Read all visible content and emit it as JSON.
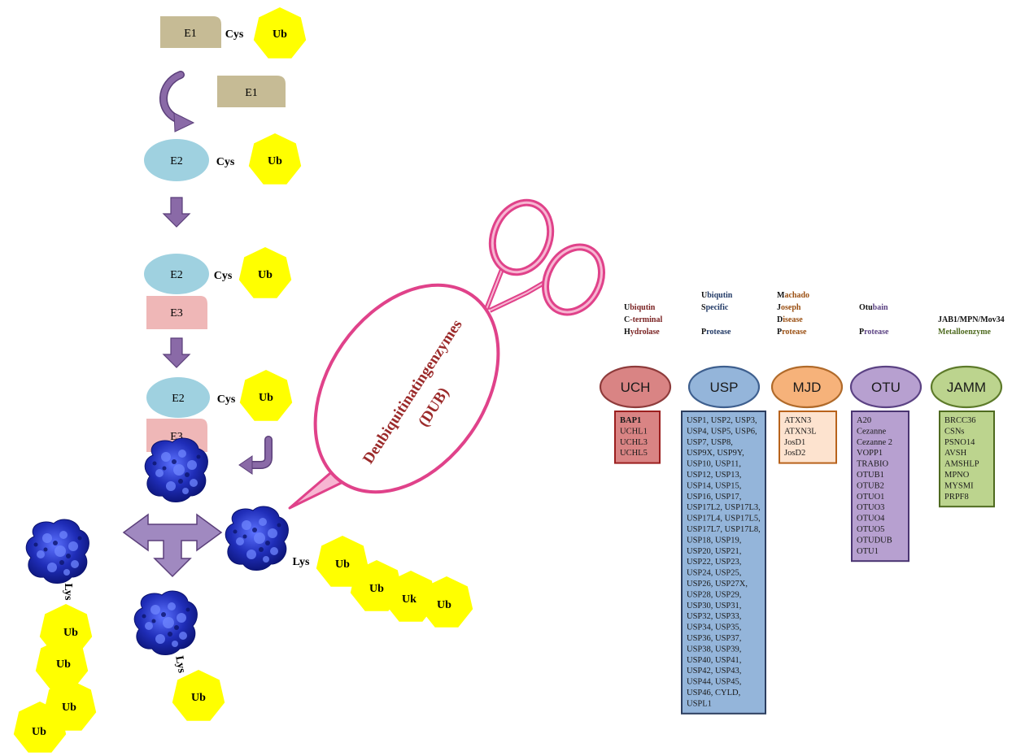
{
  "colors": {
    "e1": "#c6bb95",
    "e2": "#9fd1e0",
    "e3": "#efb7b7",
    "ub": "#ffff00",
    "arrow": "#8a6aa7",
    "protein": "#1f2db8",
    "scissors": "#e0428a",
    "dub_text": "#9b2a2a"
  },
  "pathway": {
    "e1": "E1",
    "e2": "E2",
    "e3": "E3",
    "cys": "Cys",
    "lys": "Lys",
    "ub": "Ub",
    "ub_partial": "Uk"
  },
  "dub": {
    "line1": "Deubiquitinatingenzymes",
    "line2": "(DUB)"
  },
  "families": [
    {
      "code": "UCH",
      "fill": "#d98484",
      "stroke": "#8e3b3b",
      "box_fill": "#d98484",
      "box_stroke": "#9b1f1f",
      "caption_color": "#7a2323",
      "caption": [
        {
          "b": "U",
          "r": "biqutin"
        },
        {
          "b": "C",
          "r": "-terminal"
        },
        {
          "b": "H",
          "r": "ydrolase"
        }
      ],
      "items": [
        "BAP1",
        "UCHL1",
        "UCHL3",
        "UCHL5"
      ]
    },
    {
      "code": "USP",
      "fill": "#94b5da",
      "stroke": "#3e5f8e",
      "box_fill": "#94b5da",
      "box_stroke": "#2c3e5f",
      "caption_color": "#223a66",
      "caption": [
        {
          "b": "U",
          "r": "biqutin"
        },
        {
          "b": "S",
          "r": "pecific"
        },
        {
          "b": "",
          "r": ""
        },
        {
          "b": "P",
          "r": "rotease"
        }
      ],
      "items": [
        "USP1, USP2, USP3,",
        "USP4, USP5, USP6,",
        "USP7, USP8,",
        "USP9X, USP9Y,",
        "USP10, USP11,",
        "USP12, USP13,",
        "USP14, USP15,",
        "USP16, USP17,",
        "USP17L2, USP17L3,",
        "USP17L4, USP17L5,",
        "USP17L7, USP17L8,",
        "USP18, USP19,",
        "USP20, USP21,",
        "USP22, USP23,",
        "USP24, USP25,",
        "USP26, USP27X,",
        "USP28, USP29,",
        "USP30, USP31,",
        "USP32, USP33,",
        "USP34, USP35,",
        "USP36, USP37,",
        "USP38, USP39,",
        "USP40, USP41,",
        "USP42, USP43,",
        "USP44, USP45,",
        "USP46, CYLD,",
        "USPL1"
      ]
    },
    {
      "code": "MJD",
      "fill": "#f6b27a",
      "stroke": "#b06a2a",
      "box_fill": "#fde3cf",
      "box_stroke": "#b8621b",
      "caption_color": "#9a4f12",
      "caption": [
        {
          "b": "M",
          "r": "achado"
        },
        {
          "b": "J",
          "r": "oseph"
        },
        {
          "b": "D",
          "r": "isease"
        },
        {
          "b": "P",
          "r": "rotease"
        }
      ],
      "items": [
        "ATXN3",
        "ATXN3L",
        "JosD1",
        "JosD2"
      ]
    },
    {
      "code": "OTU",
      "fill": "#b7a0d0",
      "stroke": "#5b4283",
      "box_fill": "#b7a0d0",
      "box_stroke": "#4a3572",
      "caption_color": "#5b4283",
      "caption": [
        {
          "b": "Otu",
          "r": "bain"
        },
        {
          "b": "",
          "r": ""
        },
        {
          "b": "P",
          "r": "rotease"
        }
      ],
      "items": [
        "A20",
        "Cezanne",
        "Cezanne 2",
        "VOPP1",
        "TRABIO",
        "OTUB1",
        "OTUB2",
        "OTUO1",
        "OTUO3",
        "OTUO4",
        "OTUO5",
        "OTUDUB",
        "OTU1"
      ]
    },
    {
      "code": "JAMM",
      "fill": "#bcd48e",
      "stroke": "#5d7a2a",
      "box_fill": "#bcd48e",
      "box_stroke": "#4e6a1f",
      "caption_color": "#4e6a1f",
      "caption": [
        {
          "b": "JAB1/MPN/Mov34",
          "r": ""
        },
        {
          "b": "",
          "r": "Metalloenzyme"
        }
      ],
      "items": [
        "BRCC36",
        "CSNs",
        "PSNO14",
        "AVSH",
        "AMSHLP",
        "MPNO",
        "MYSMI",
        "PRPF8"
      ]
    }
  ]
}
